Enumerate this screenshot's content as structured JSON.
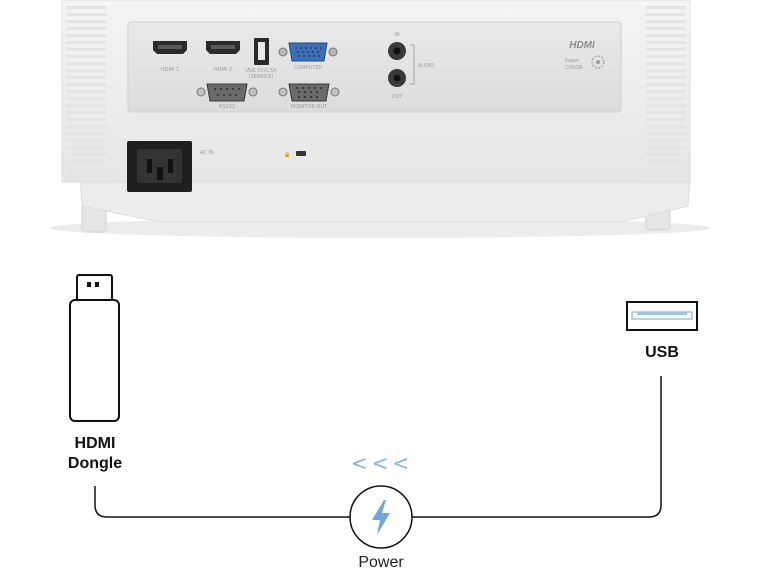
{
  "projector": {
    "port_labels": {
      "hdmi1": "HDMI 1",
      "hdmi2": "HDMI 2",
      "usb": "USB 5V/1.5A",
      "usb_sub": "(SERVICE)",
      "computer": "COMPUTER",
      "rs232": "RS232",
      "monitor_out": "MONITOR OUT",
      "audio_in": "IN",
      "audio": "AUDIO",
      "audio_out": "OUT",
      "ac_in": "AC IN"
    },
    "logos": {
      "hdmi": "HDMI",
      "super": "Super",
      "color": "COLOR"
    }
  },
  "diagram": {
    "hdmi_dongle_label_line1": "HDMI",
    "hdmi_dongle_label_line2": "Dongle",
    "usb_label": "USB",
    "power_label": "Power",
    "arrows": "<<<",
    "accent_color": "#7fb3de",
    "line_color": "#111111"
  }
}
